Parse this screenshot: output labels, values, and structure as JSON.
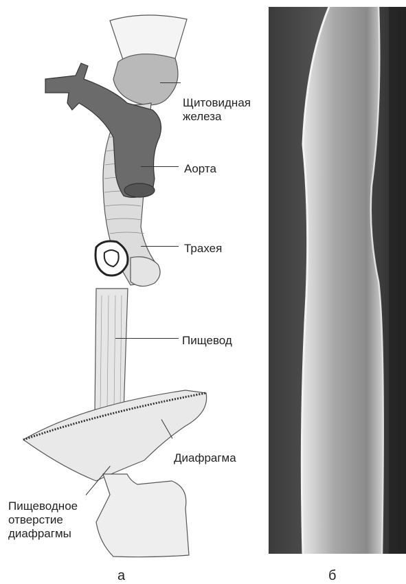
{
  "labels": {
    "thyroid_line1": "Щитовидная",
    "thyroid_line2": "железа",
    "aorta": "Аорта",
    "trachea": "Трахея",
    "esophagus": "Пищевод",
    "diaphragm": "Диафрагма",
    "hiatus_line1": "Пищеводное",
    "hiatus_line2": "отверстие",
    "hiatus_line3": "диафрагмы"
  },
  "panels": {
    "a": "а",
    "b": "б"
  },
  "colors": {
    "aorta_fill": "#6b6b6b",
    "illustration_fill": "#e6e6e6",
    "outline": "#555555",
    "xray_background": "#2f2f2f"
  }
}
